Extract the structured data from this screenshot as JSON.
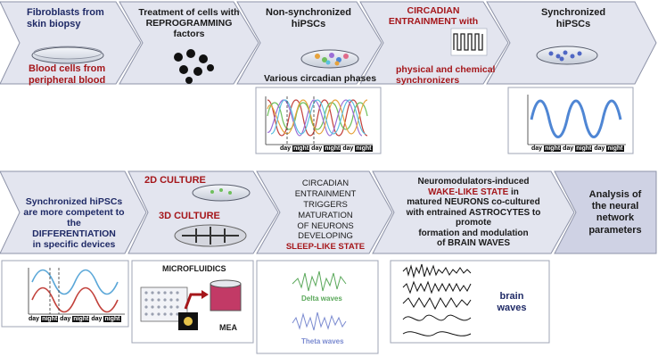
{
  "row1": {
    "step1": {
      "line1": "Fibroblasts from",
      "line2": "skin biopsy",
      "line3": "Blood    cells    from",
      "line4": "peripheral blood"
    },
    "step2": {
      "line1": "Treatment of cells with",
      "line2": "REPROGRAMMING",
      "line3": "factors"
    },
    "step3": {
      "line1": "Non-synchronized",
      "line2": "hiPSCs",
      "line3": "Various circadian phases"
    },
    "step4": {
      "line1": "CIRCADIAN",
      "line2": "ENTRAINMENT with",
      "line3": "physical and chemical",
      "line4": "synchronizers"
    },
    "step5": {
      "line1": "Synchronized",
      "line2": "hiPSCs"
    }
  },
  "row2": {
    "step1": {
      "line1": "Synchronized hiPSCs",
      "line2": "are more competent to the",
      "line3": "DIFFERENTIATION",
      "line4": "in specific devices"
    },
    "step2": {
      "label_2d": "2D CULTURE",
      "label_3d": "3D CULTURE",
      "microfluidics": "MICROFLUIDICS",
      "mea": "MEA"
    },
    "step3": {
      "line1": "CIRCADIAN",
      "line2": "ENTRAINMENT",
      "line3": "TRIGGERS MATURATION",
      "line4": "OF NEURONS",
      "line5": "DEVELOPING",
      "line6": "SLEEP-LIKE STATE",
      "delta": "Delta waves",
      "theta": "Theta waves"
    },
    "step4": {
      "line1": "Neuromodulators-induced",
      "line2": "WAKE-LIKE STATE",
      "line2b": " in",
      "line3": "matured NEURONS co-cultured",
      "line4": "with entrained ASTROCYTES to",
      "line5": "promote",
      "line6": "formation and modulation",
      "line7": "of BRAIN WAVES",
      "brain1": "brain",
      "brain2": "waves"
    },
    "step5": {
      "line1": "Analysis  of",
      "line2": "the  neural",
      "line3": "network",
      "line4": "parameters"
    }
  },
  "day_night_axis": {
    "day": "day",
    "night": "night"
  },
  "colors": {
    "arrow_fill": "#e3e5ef",
    "arrow_stroke": "#8e93a8",
    "navy": "#1f2a66",
    "red": "#a5161a",
    "blue_wave": "#4f86d4",
    "last_box": "#cfd2e4"
  }
}
